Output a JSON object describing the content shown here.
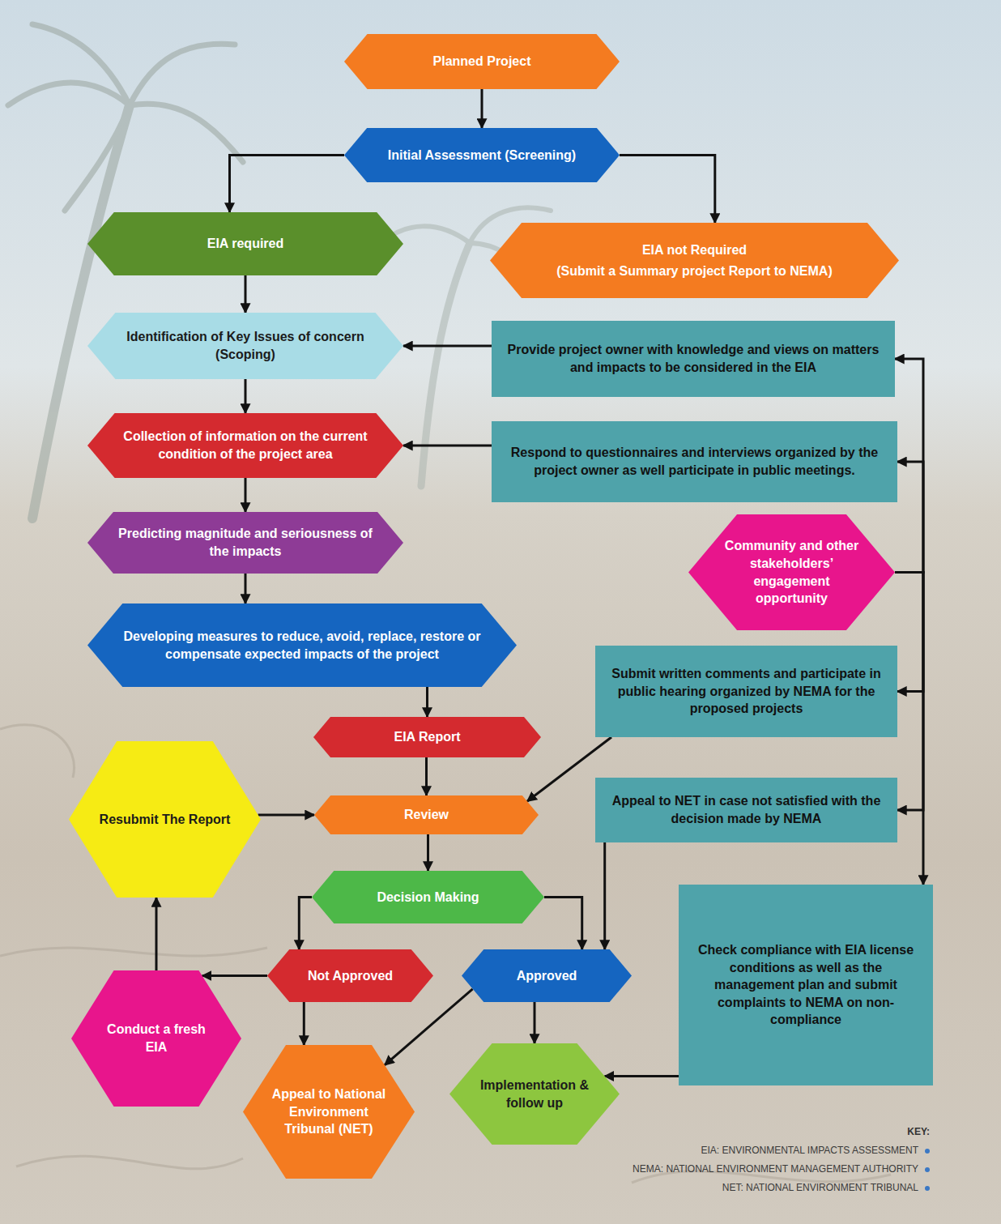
{
  "diagram": {
    "nodes": [
      {
        "text": [
          "Planned Project"
        ]
      },
      {
        "text": [
          "Initial Assessment (Screening)"
        ]
      },
      {
        "text": [
          "EIA required"
        ]
      },
      {
        "text": [
          "EIA not Required",
          "(Submit a Summary project Report to NEMA)"
        ]
      },
      {
        "text": [
          "Identification of Key Issues of concern (Scoping)"
        ]
      },
      {
        "text": [
          "Provide project owner with knowledge and views on matters and impacts to be considered in the EIA"
        ]
      },
      {
        "text": [
          "Collection of information on the current condition of the project area"
        ]
      },
      {
        "text": [
          "Respond to questionnaires and interviews organized by the project owner as well participate in public meetings."
        ]
      },
      {
        "text": [
          "Predicting magnitude and seriousness of the impacts"
        ]
      },
      {
        "text": [
          "Community and other stakeholders’ engagement opportunity"
        ]
      },
      {
        "text": [
          "Developing measures to reduce, avoid, replace, restore or compensate expected impacts of the project"
        ]
      },
      {
        "text": [
          "Submit written comments and participate in public hearing organized by NEMA for the proposed projects"
        ]
      },
      {
        "text": [
          "EIA Report"
        ]
      },
      {
        "text": [
          "Resubmit The Report"
        ]
      },
      {
        "text": [
          "Review"
        ]
      },
      {
        "text": [
          "Appeal to NET in case not satisfied with the decision made by NEMA"
        ]
      },
      {
        "text": [
          "Decision Making"
        ]
      },
      {
        "text": [
          "Not Approved"
        ]
      },
      {
        "text": [
          "Approved"
        ]
      },
      {
        "text": [
          "Check compliance with EIA license conditions as well as the management plan and submit complaints to NEMA on non-compliance"
        ]
      },
      {
        "text": [
          "Conduct a fresh EIA"
        ]
      },
      {
        "text": [
          "Appeal to National Environment Tribunal (NET)"
        ]
      },
      {
        "text": [
          "Implementation & follow up"
        ]
      }
    ],
    "edges": [
      {
        "from": 0,
        "to": 1,
        "arrow": "to"
      },
      {
        "from": 1,
        "to": 2,
        "arrow": "to"
      },
      {
        "from": 1,
        "to": 3,
        "arrow": "to"
      },
      {
        "from": 2,
        "to": 4,
        "arrow": "to"
      },
      {
        "from": 5,
        "to": 4,
        "arrow": "to"
      },
      {
        "from": 4,
        "to": 6,
        "arrow": "to"
      },
      {
        "from": 7,
        "to": 6,
        "arrow": "to"
      },
      {
        "from": 6,
        "to": 8,
        "arrow": "to"
      },
      {
        "from": 8,
        "to": 10,
        "arrow": "to"
      },
      {
        "from": 9,
        "to": 5,
        "arrow": "to"
      },
      {
        "from": 9,
        "to": 7,
        "arrow": "to"
      },
      {
        "from": 9,
        "to": 11,
        "arrow": "to"
      },
      {
        "from": 9,
        "to": 15,
        "arrow": "to"
      },
      {
        "from": 9,
        "to": 19,
        "arrow": "to"
      },
      {
        "from": 10,
        "to": 12,
        "arrow": "to"
      },
      {
        "from": 12,
        "to": 14,
        "arrow": "to"
      },
      {
        "from": 11,
        "to": 14,
        "arrow": "to"
      },
      {
        "from": 13,
        "to": 14,
        "arrow": "to"
      },
      {
        "from": 14,
        "to": 16,
        "arrow": "to"
      },
      {
        "from": 16,
        "to": 17,
        "arrow": "to"
      },
      {
        "from": 16,
        "to": 18,
        "arrow": "to"
      },
      {
        "from": 15,
        "to": 18,
        "arrow": "to"
      },
      {
        "from": 17,
        "to": 20,
        "arrow": "to"
      },
      {
        "from": 20,
        "to": 13,
        "arrow": "to"
      },
      {
        "from": 17,
        "to": 21,
        "arrow": "to"
      },
      {
        "from": 18,
        "to": 21,
        "arrow": "to"
      },
      {
        "from": 18,
        "to": 22,
        "arrow": "to"
      },
      {
        "from": 19,
        "to": 22,
        "arrow": "to"
      }
    ],
    "labels": [
      "KEY:"
    ],
    "legend": [
      {
        "text": "EIA: ENVIRONMENTAL IMPACTS ASSESSMENT"
      },
      {
        "text": "NEMA: NATIONAL ENVIRONMENT MANAGEMENT AUTHORITY"
      },
      {
        "text": "NET: NATIONAL ENVIRONMENT TRIBUNAL"
      }
    ]
  }
}
